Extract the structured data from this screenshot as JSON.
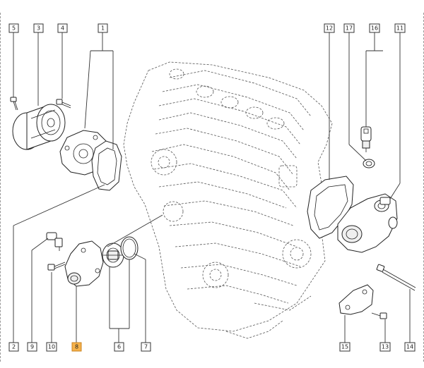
{
  "diagram": {
    "top_callouts": [
      "5",
      "3",
      "4",
      "1",
      "12",
      "17",
      "16",
      "11"
    ],
    "bottom_callouts": [
      "2",
      "9",
      "10",
      "8",
      "6",
      "7",
      "15",
      "13",
      "14"
    ],
    "highlighted": "8"
  },
  "colors": {
    "highlight": "#f6b24a",
    "line": "#222222"
  }
}
